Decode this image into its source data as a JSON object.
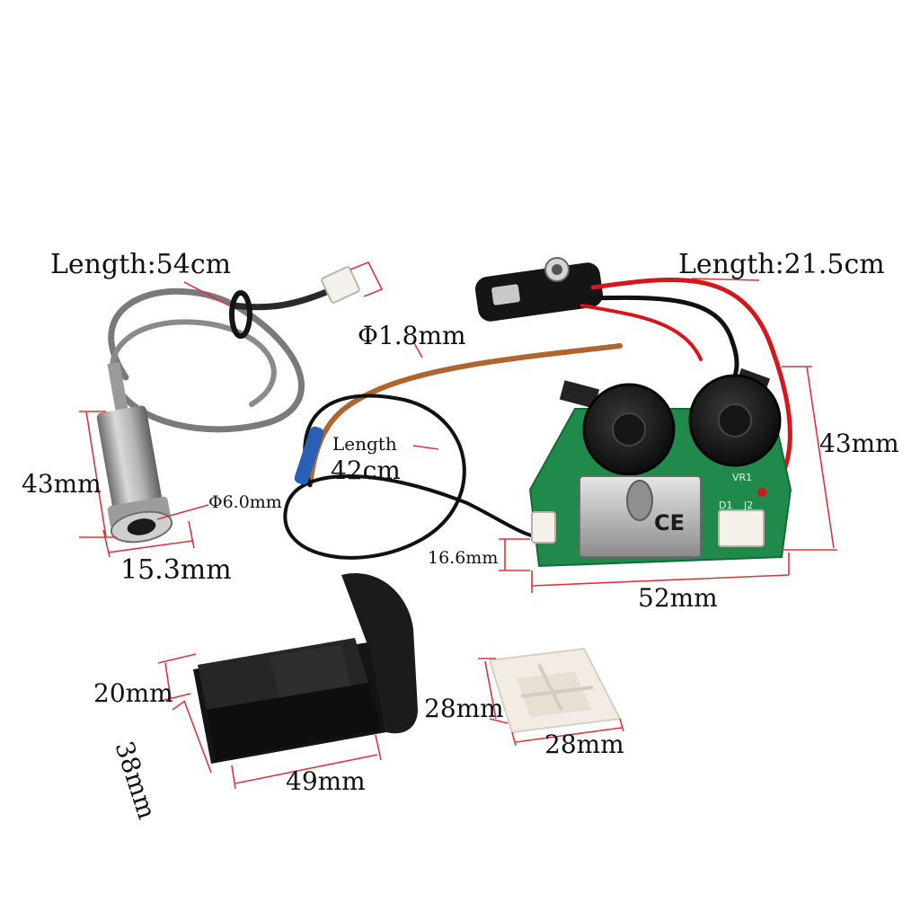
{
  "product": {
    "label_cable_length": "Length:54cm",
    "label_wire_length": "Length:21.5cm",
    "label_braid_diameter": "Φ1.8mm",
    "label_pickup_length_1": "Length",
    "label_pickup_length_2": "42cm",
    "label_jack_height": "43mm",
    "label_jack_hole": "Φ6.0mm",
    "label_jack_width": "15.3mm",
    "label_board_height": "43mm",
    "label_board_thickness": "16.6mm",
    "label_board_width": "52mm",
    "label_pouch_height": "20mm",
    "label_pouch_depth": "38mm",
    "label_pouch_width": "49mm",
    "label_mount_height": "28mm",
    "label_mount_width": "28mm",
    "board_marks": {
      "vr1": "VR1",
      "d1": "D1",
      "j2": "J2",
      "ce": "CE"
    }
  },
  "colors": {
    "dimension_line": "#e0343c",
    "pcb_green": "#1f8a4a",
    "wire_red": "#d8151d",
    "wire_black": "#111111",
    "braid_copper": "#b0652e",
    "cable_gray": "#7a7a7a",
    "pouch_black": "#141414",
    "mount_white": "#f2ece4"
  }
}
